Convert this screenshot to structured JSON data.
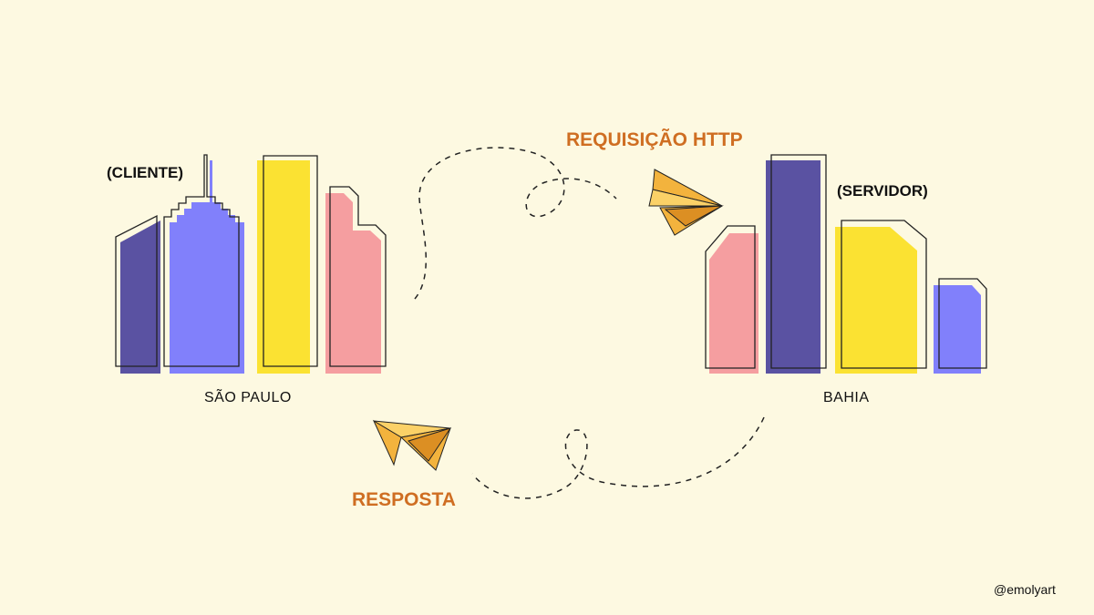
{
  "labels": {
    "client_role": "(CLIENTE)",
    "server_role": "(SERVIDOR)",
    "client_city": "SÃO PAULO",
    "server_city": "BAHIA",
    "request": "REQUISIÇÃO HTTP",
    "response": "RESPOSTA",
    "credit": "@emolyart"
  },
  "colors": {
    "background": "#fdf9e1",
    "navy": "#5a52a2",
    "periwinkle": "#8180fb",
    "yellow": "#fbe232",
    "pink": "#f59ea0",
    "orange": "#cf6e22",
    "plane": "#f3b33d",
    "outline": "#222222"
  },
  "icons": [
    "building-icon",
    "paper-plane-icon",
    "dashed-path-icon"
  ]
}
